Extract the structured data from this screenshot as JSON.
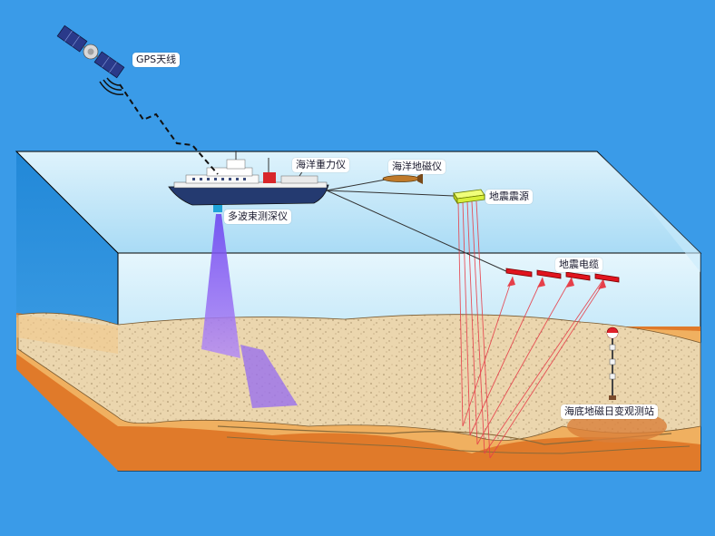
{
  "labels": {
    "gps": "GPS天线",
    "gravimeter": "海洋重力仪",
    "magnetometer": "海洋地磁仪",
    "seismic_source": "地震震源",
    "multibeam": "多波束测深仪",
    "seismic_cable": "地震电缆",
    "seafloor_station": "海底地磁日变观测站"
  },
  "colors": {
    "background": "#3a9be8",
    "water_top": "#bfe3f7",
    "water_front": "#8ccdf2",
    "seabed": "#e8d3a9",
    "sediment": "#d98a3a",
    "multibeam_beam": "#8a5cf0",
    "seismic_ray": "#e0303a",
    "seismic_source_box": "#d8ef3a"
  }
}
